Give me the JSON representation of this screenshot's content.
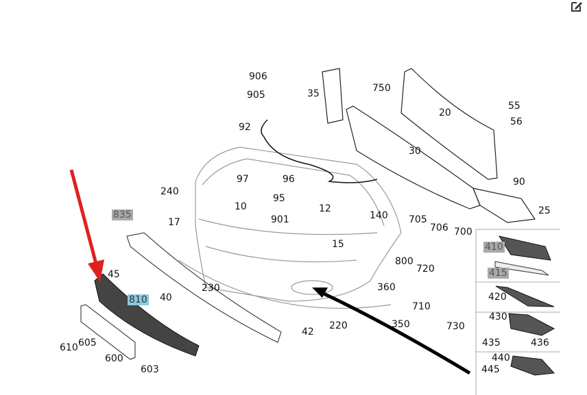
{
  "diagram": {
    "labels": {
      "l906": "906",
      "l905": "905",
      "l35": "35",
      "l750": "750",
      "l20": "20",
      "l55": "55",
      "l56": "56",
      "l92": "92",
      "l30": "30",
      "l97": "97",
      "l96": "96",
      "l90": "90",
      "l240": "240",
      "l95": "95",
      "l10": "10",
      "l12": "12",
      "l140": "140",
      "l25": "25",
      "l835": "835",
      "l17": "17",
      "l901": "901",
      "l705": "705",
      "l706": "706",
      "l700": "700",
      "l15": "15",
      "l800": "800",
      "l720": "720",
      "l45": "45",
      "l230": "230",
      "l360": "360",
      "l810": "810",
      "l40": "40",
      "l710": "710",
      "l220": "220",
      "l350": "350",
      "l42": "42",
      "l730": "730",
      "l610": "610",
      "l605": "605",
      "l600": "600",
      "l603": "603"
    },
    "panel": {
      "l410": "410",
      "l415": "415",
      "l420": "420",
      "l430": "430",
      "l435": "435",
      "l436": "436",
      "l440": "440",
      "l445": "445"
    },
    "colors": {
      "highlight_grey": "#a9a9a9",
      "highlight_blue": "#8ccbe0",
      "arrow_red": "#e02020",
      "arrow_black": "#000000"
    }
  }
}
